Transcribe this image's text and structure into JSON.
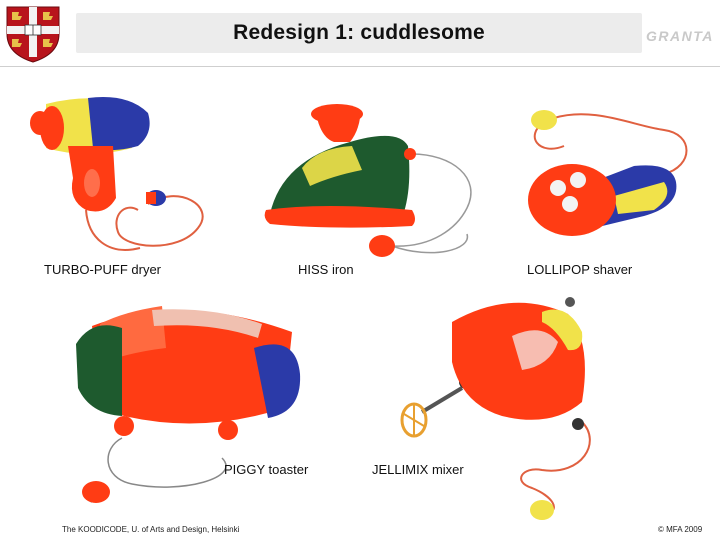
{
  "slide": {
    "title": "Redesign 1: cuddlesome",
    "logo": "GRANTA"
  },
  "products": [
    {
      "caption": "TURBO-PUFF dryer"
    },
    {
      "caption": "HISS iron"
    },
    {
      "caption": "LOLLIPOP shaver"
    },
    {
      "caption": "PIGGY toaster"
    },
    {
      "caption": "JELLIMIX mixer"
    }
  ],
  "footer": {
    "credit": "The KOODICODE, U. of Arts and Design, Helsinki",
    "copyright": "© MFA 2009"
  },
  "colors": {
    "title_bar": "#ececec",
    "product_red": "#ff3c14",
    "product_blue": "#2b3aa8",
    "product_yellow": "#f1e24a",
    "product_green": "#1e5a2e"
  }
}
